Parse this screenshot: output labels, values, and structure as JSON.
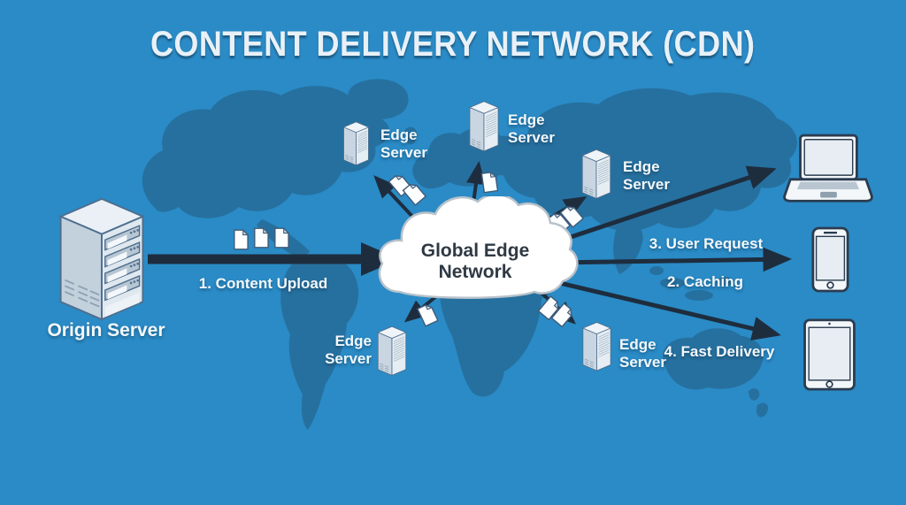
{
  "title": "CONTENT DELIVERY NETWORK (CDN)",
  "origin_server": {
    "label": "Origin Server",
    "icon": "server-tower-icon"
  },
  "cloud": {
    "label": "Global Edge\nNetwork",
    "icon": "cloud-icon"
  },
  "edge_servers": [
    {
      "id": "top-left",
      "label": "Edge\nServer",
      "icon": "server-tower-icon"
    },
    {
      "id": "top-center",
      "label": "Edge\nServer",
      "icon": "server-tower-icon"
    },
    {
      "id": "top-right",
      "label": "Edge\nServer",
      "icon": "server-tower-icon"
    },
    {
      "id": "bottom-left",
      "label": "Edge\nServer",
      "icon": "server-tower-icon"
    },
    {
      "id": "bottom-right",
      "label": "Edge\nServer",
      "icon": "server-tower-icon"
    }
  ],
  "steps": [
    {
      "num": 1,
      "label": "1. Content Upload"
    },
    {
      "num": 2,
      "label": "2. Caching"
    },
    {
      "num": 3,
      "label": "3. User Request"
    },
    {
      "num": 4,
      "label": "4. Fast Delivery"
    }
  ],
  "devices": [
    {
      "id": "laptop",
      "icon": "laptop-icon"
    },
    {
      "id": "smartphone",
      "icon": "smartphone-icon"
    },
    {
      "id": "tablet",
      "icon": "tablet-icon"
    }
  ],
  "document_icon": "document-icon",
  "colors": {
    "background": "#2a8bc6",
    "map": "#26709f",
    "arrow": "#1e2d3e",
    "title_text": "#e9f1f7",
    "label_text": "#f3f8fb",
    "cloud_fill": "#ffffff",
    "cloud_text": "#2f3944",
    "device_outline": "#2b3c50",
    "server_outline": "#4e6e8e"
  }
}
